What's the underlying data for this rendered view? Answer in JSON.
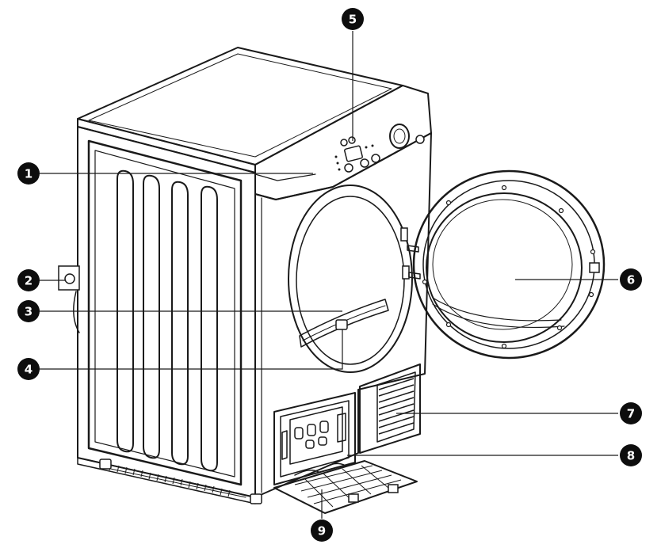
{
  "diagram": {
    "subject": "tumble-dryer-front-view",
    "colors": {
      "line": "#1a1a1a",
      "callout": "#0d0d0d",
      "callout_text": "#ffffff"
    },
    "callouts": [
      {
        "id": "1",
        "label": "1"
      },
      {
        "id": "2",
        "label": "2"
      },
      {
        "id": "3",
        "label": "3"
      },
      {
        "id": "4",
        "label": "4"
      },
      {
        "id": "5",
        "label": "5"
      },
      {
        "id": "6",
        "label": "6"
      },
      {
        "id": "7",
        "label": "7"
      },
      {
        "id": "8",
        "label": "8"
      },
      {
        "id": "9",
        "label": "9"
      }
    ]
  }
}
